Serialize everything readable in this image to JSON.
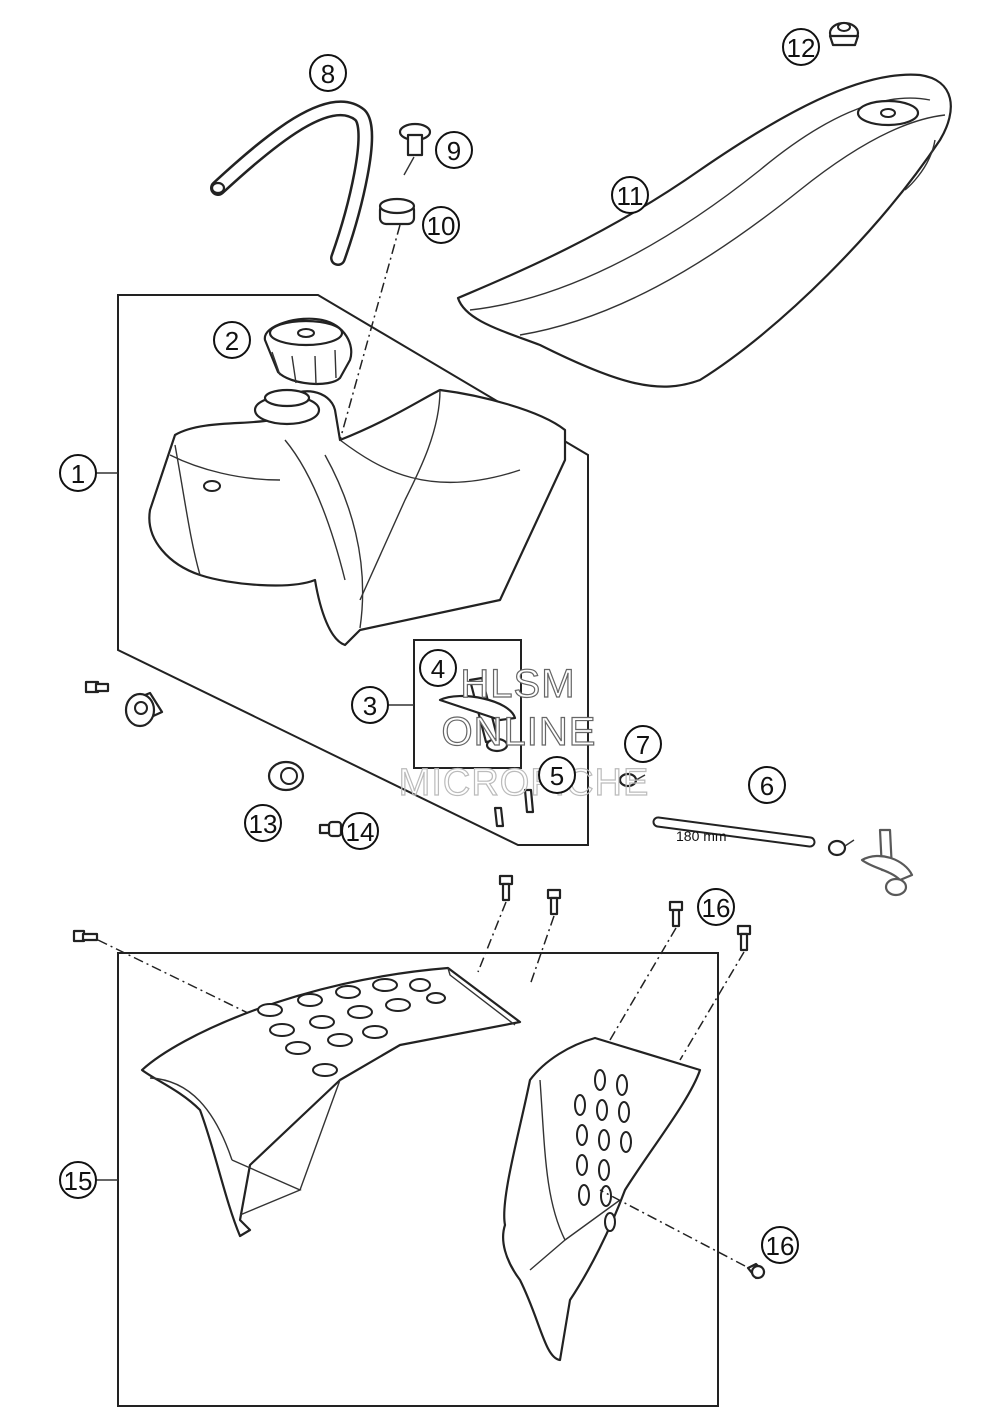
{
  "callouts": [
    {
      "id": "1",
      "label": "1"
    },
    {
      "id": "2",
      "label": "2"
    },
    {
      "id": "3",
      "label": "3"
    },
    {
      "id": "4",
      "label": "4"
    },
    {
      "id": "5",
      "label": "5"
    },
    {
      "id": "6",
      "label": "6"
    },
    {
      "id": "7",
      "label": "7"
    },
    {
      "id": "8",
      "label": "8"
    },
    {
      "id": "9",
      "label": "9"
    },
    {
      "id": "10",
      "label": "10"
    },
    {
      "id": "11",
      "label": "11"
    },
    {
      "id": "12",
      "label": "12"
    },
    {
      "id": "13",
      "label": "13"
    },
    {
      "id": "14",
      "label": "14"
    },
    {
      "id": "15",
      "label": "15"
    },
    {
      "id": "16a",
      "label": "16"
    },
    {
      "id": "16b",
      "label": "16"
    }
  ],
  "dimension": {
    "hose_length": "180 mm"
  },
  "watermark": {
    "line1": "HLSM",
    "line2": "ONLINE",
    "line3": "MICROFICHE"
  }
}
